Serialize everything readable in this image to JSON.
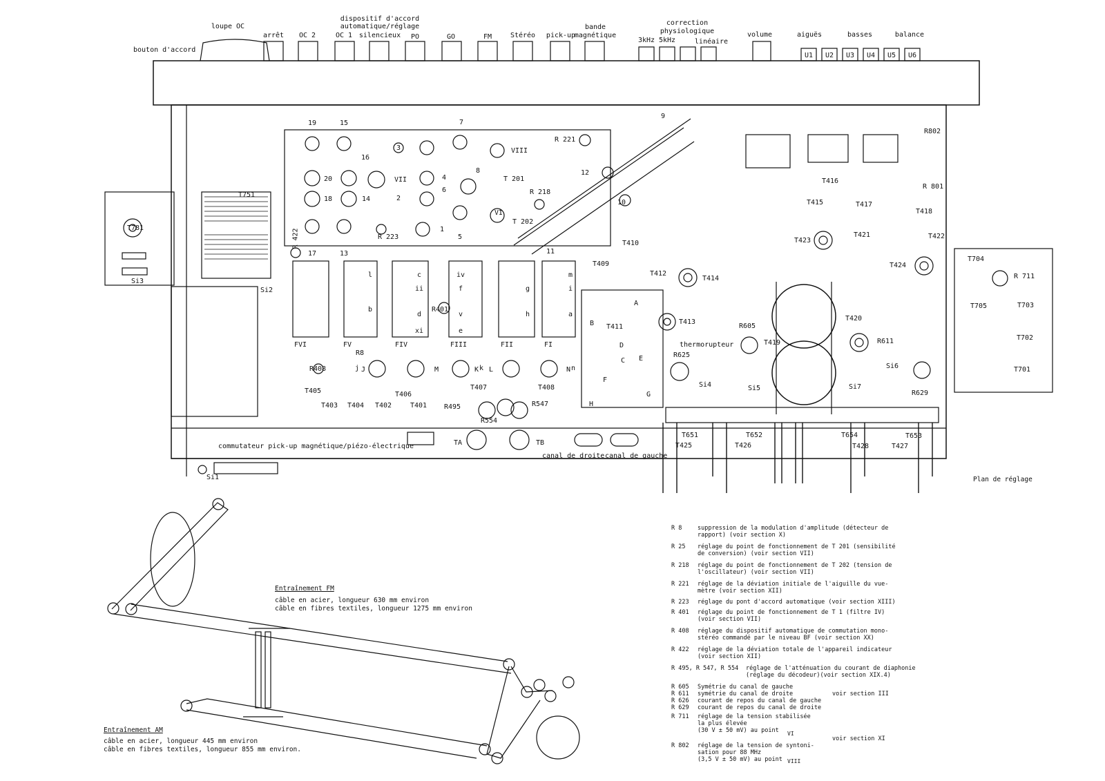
{
  "front_controls": {
    "bouton_accord": "bouton d'accord",
    "loupe": "loupe OC",
    "arret": "arrêt",
    "oc2": "OC 2",
    "oc1": "OC 1",
    "dispositif": [
      "dispositif d'accord",
      "automatique/réglage",
      "silencieux"
    ],
    "po": "PO",
    "go": "GO",
    "fm": "FM",
    "stereo": "Stéréo",
    "pickup": "pick-up",
    "bande": [
      "bande",
      "magnétique"
    ],
    "k3": "3kHz",
    "k5": "5kHz",
    "correction": [
      "correction",
      "physiologique"
    ],
    "lineaire": "linéaire",
    "volume": "volume",
    "aigues": "aiguës",
    "basses": "basses",
    "balance": "balance",
    "u_labels": [
      "U1",
      "U2",
      "U3",
      "U4",
      "U5",
      "U6"
    ]
  },
  "components": {
    "t781": "T781",
    "si3": "Si3",
    "t751": "T751",
    "si2": "Si2",
    "r422": "R 422",
    "r223": "R 223",
    "t201": "T 201",
    "r218": "R 218",
    "t202": "T 202",
    "r221": "R 221",
    "r802": "R802",
    "r801": "R 801",
    "t416": "T416",
    "t415": "T415",
    "t417": "T417",
    "t418": "T418",
    "t421": "T421",
    "t422": "T422",
    "t423": "T423",
    "t424": "T424",
    "t410": "T410",
    "t409": "T409",
    "t412": "T412",
    "t414": "T414",
    "t411": "T411",
    "t413": "T413",
    "r605": "R605",
    "t419": "T419",
    "t420": "T420",
    "r611": "R611",
    "thermo": "thermorupteur",
    "r625": "R625",
    "si4": "Si4",
    "si5": "Si5",
    "si7": "Si7",
    "si6": "Si6",
    "r629": "R629",
    "t704": "T704",
    "r711": "R 711",
    "t705": "T705",
    "t703": "T703",
    "t702": "T702",
    "t701": "T701",
    "r401": "R401",
    "r408": "R408",
    "t405": "T405",
    "t406": "T406",
    "t403": "T403",
    "t404": "T404",
    "t402": "T402",
    "t401": "T401",
    "t407": "T407",
    "t408": "T408",
    "r495": "R495",
    "r547": "R547",
    "r554": "R554",
    "ta": "TA",
    "tb": "TB",
    "t651": "T651",
    "t652": "T652",
    "t654": "T654",
    "t653": "T653",
    "t425": "T425",
    "t426": "T426",
    "t428": "T428",
    "t427": "T427",
    "si1": "Si1",
    "r8": "R8",
    "fvi": "FVI",
    "fv": "FV",
    "fiv": "FIV",
    "fiii": "FIII",
    "fii": "FII",
    "fi": "FI"
  },
  "coil_numbers": [
    "19",
    "15",
    "16",
    "20",
    "18",
    "14",
    "13",
    "17",
    "7",
    "3",
    "8",
    "6",
    "4",
    "2",
    "5",
    "1",
    "12",
    "9",
    "10",
    "11"
  ],
  "roman_markers": [
    "VII",
    "VIII",
    "VI"
  ],
  "letter_markers": [
    "c",
    "ii",
    "d",
    "xi",
    "iv",
    "f",
    "v",
    "e",
    "g",
    "h",
    "m",
    "i",
    "a",
    "b",
    "l",
    "j",
    "k",
    "n"
  ],
  "plug_letters": [
    "A",
    "B",
    "C",
    "D",
    "E",
    "F",
    "G",
    "H",
    "J",
    "K",
    "L",
    "M",
    "N"
  ],
  "bottom_labels": {
    "commutateur": "commutateur pick-up magnétique/piézo-électrique",
    "canal_droite": "canal de droite",
    "canal_gauche": "canal de gauche"
  },
  "plan_title": "Plan de réglage",
  "drive_fm": {
    "title": "Entraînement FM",
    "lines": [
      "câble en acier, longueur 630 mm environ",
      "câble en fibres textiles, longueur 1275 mm environ"
    ]
  },
  "drive_am": {
    "title": "Entraînement AM",
    "lines": [
      "câble en acier, longueur 445 mm environ",
      "câble en fibres textiles, longueur 855 mm environ."
    ]
  },
  "legend": [
    {
      "code": "R 8",
      "desc": "suppression de la modulation d'amplitude (détecteur de\nrapport) (voir section X)"
    },
    {
      "code": "R 25",
      "desc": "réglage du point de fonctionnement de T 201 (sensibilité\nde conversion) (voir section VII)"
    },
    {
      "code": "R 218",
      "desc": "réglage du point de fonctionnement de T 202 (tension de\nl'oscillateur) (voir section VII)"
    },
    {
      "code": "R 221",
      "desc": "réglage de la déviation initiale de l'aiguille du vue-\nmètre (voir section XII)"
    },
    {
      "code": "R 223",
      "desc": "réglage du pont d'accord automatique (voir section XIII)"
    },
    {
      "code": "R 401",
      "desc": "réglage du point de fonctionnement de T 1 (filtre IV)\n(voir section VII)"
    },
    {
      "code": "R 408",
      "desc": "réglage du dispositif automatique de commutation mono-\nstéréo commandé par le niveau BF (voir section XX)"
    },
    {
      "code": "R 422",
      "desc": "réglage de la déviation totale de l'appareil indicateur\n(voir section XII)"
    },
    {
      "code": "R 495, R 547, R 554",
      "desc": "réglage de l'atténuation du courant de diaphonie\n(réglage du décodeur)(voir section XIX.4)"
    },
    {
      "code": "R 605",
      "desc": "Symétrie du canal de gauche"
    },
    {
      "code": "R 611",
      "desc": "symétrie du canal de droite"
    },
    {
      "code": "R 626",
      "desc": "courant de repos du canal de gauche"
    },
    {
      "code": "R 629",
      "desc": "courant de repos du canal de droite"
    },
    {
      "code": "R 711",
      "desc": "réglage de la tension stabilisée\nla plus élevée\n(30 V ± 50 mV) au point"
    },
    {
      "code": "R 802",
      "desc": "réglage de la tension de syntoni-\nsation pour 88 MHz\n(3,5 V ± 50 mV) au point"
    }
  ],
  "legend_refs": {
    "section_iii": "voir section III",
    "section_xi": "voir section XI"
  },
  "point_markers": {
    "r711": "VI",
    "r802": "VIII"
  }
}
